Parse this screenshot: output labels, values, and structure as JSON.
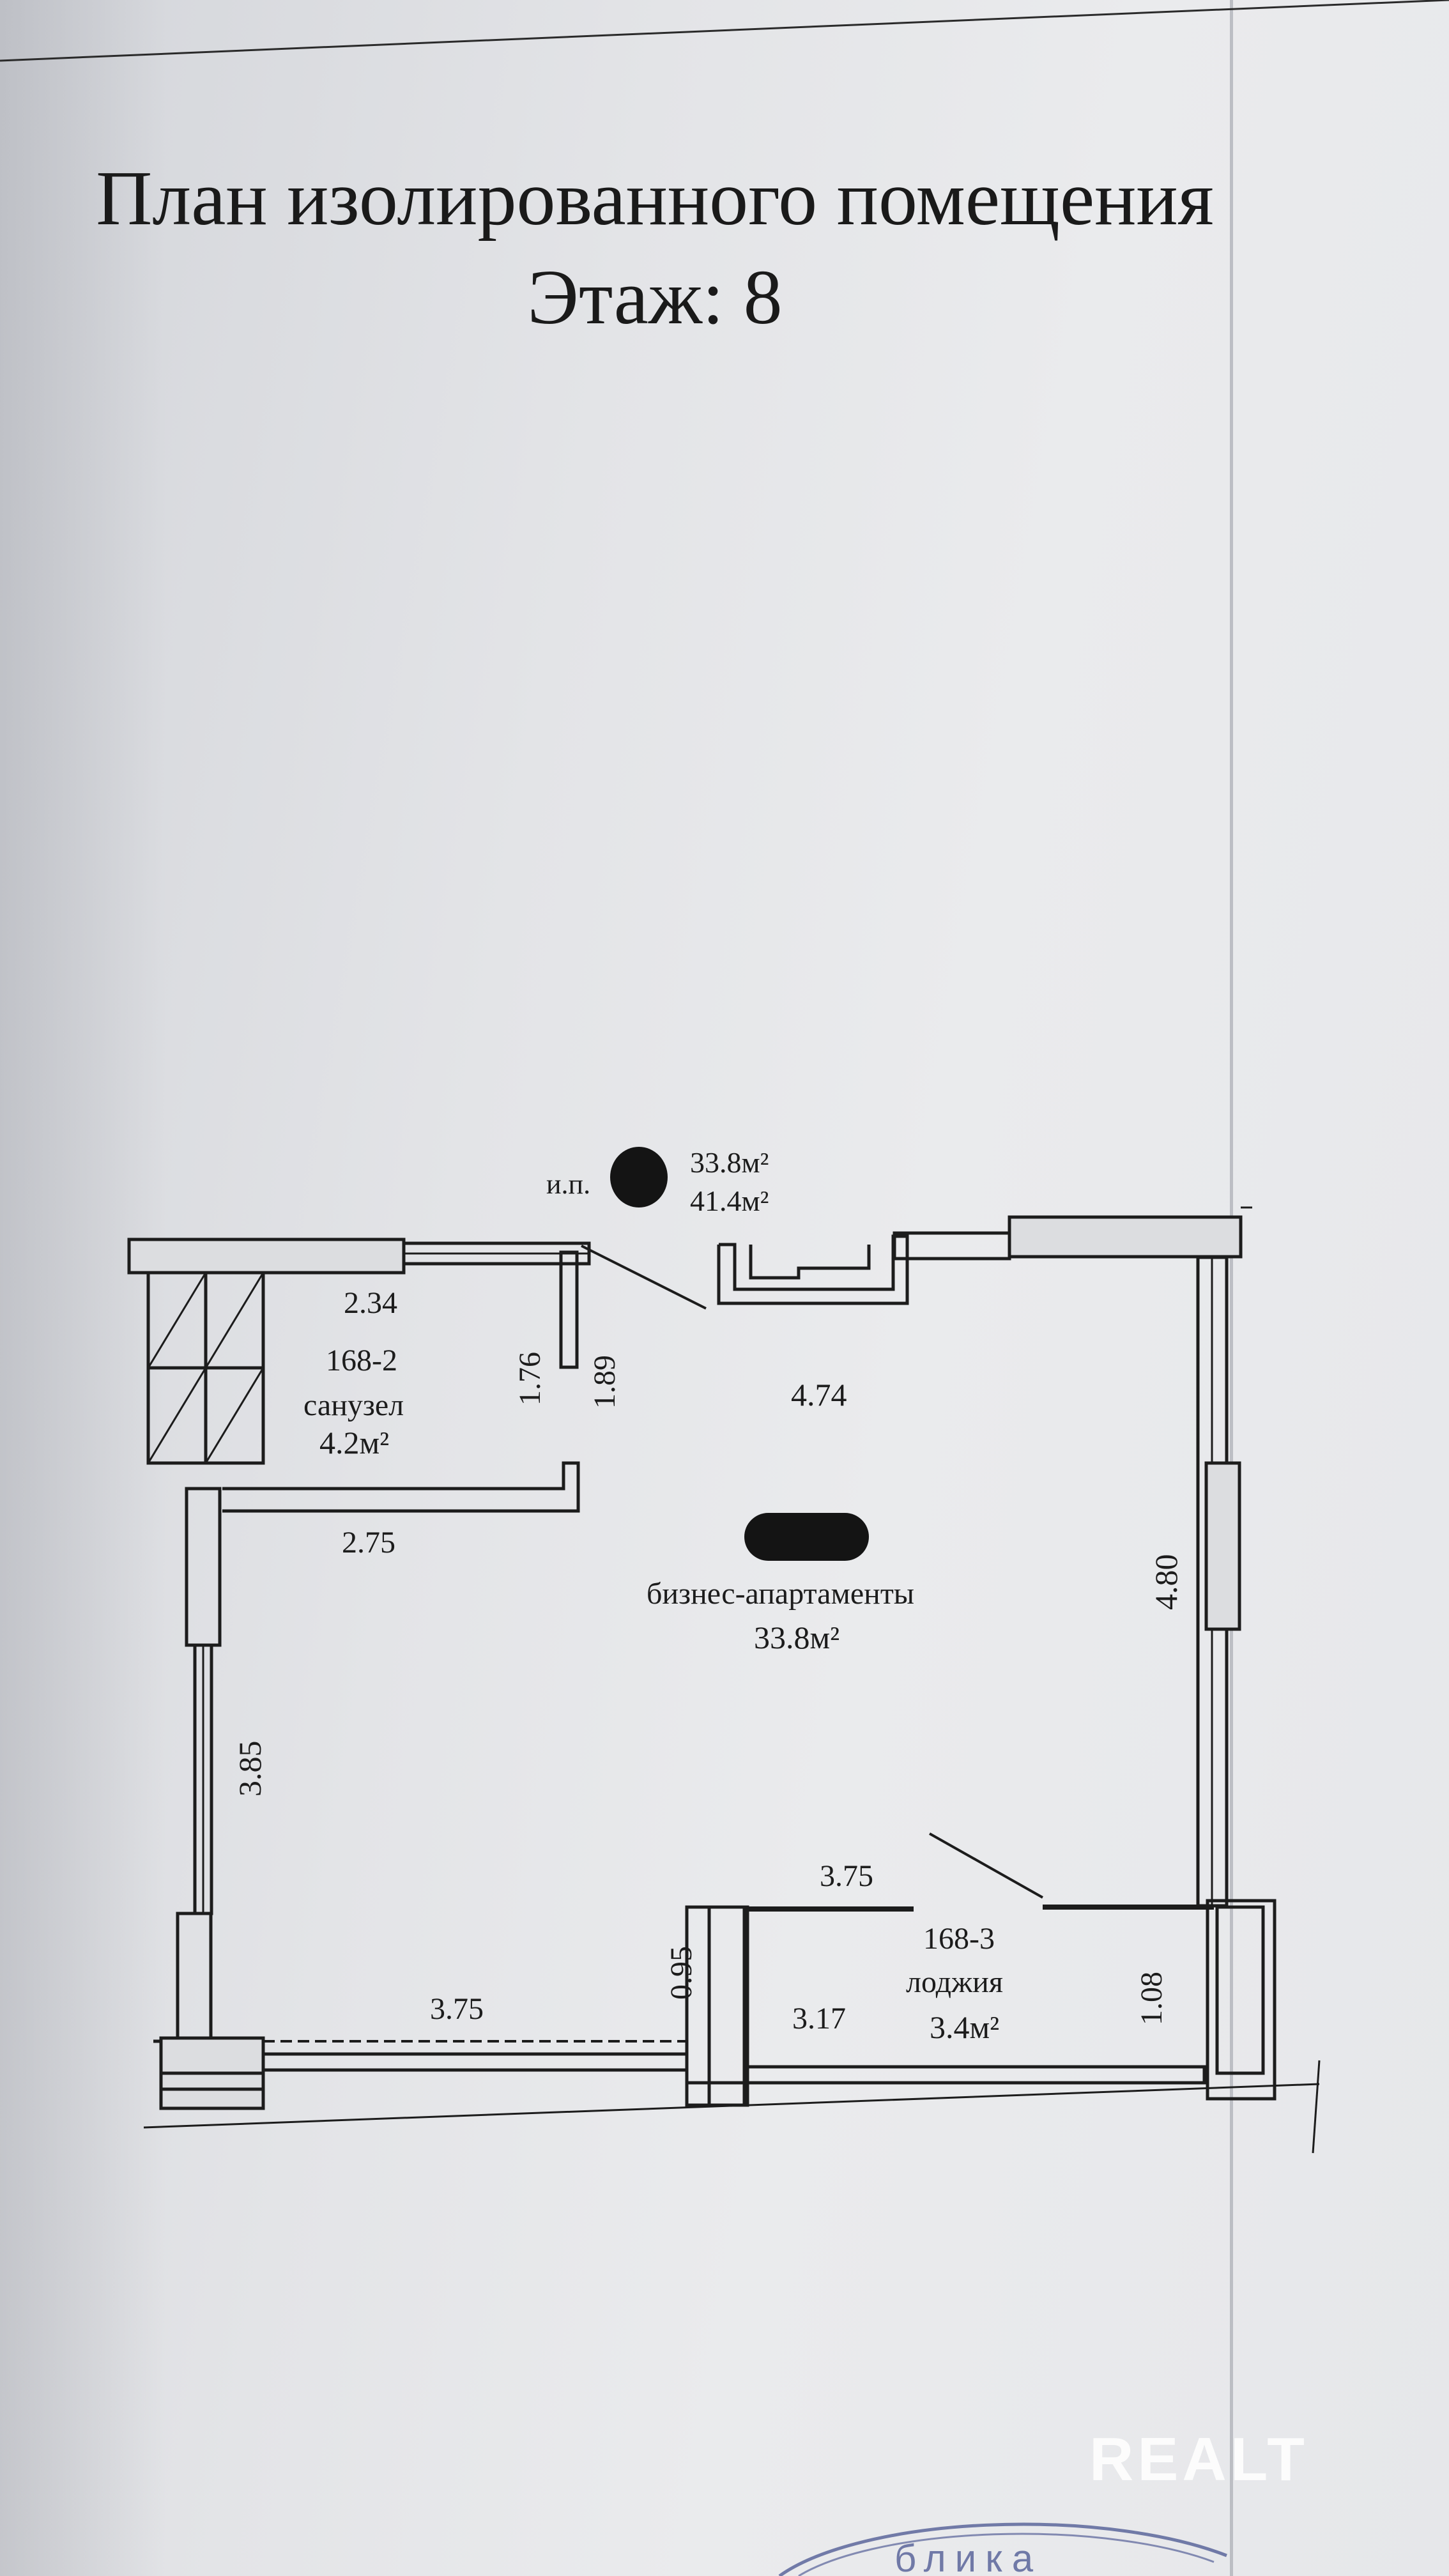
{
  "title": "План изолированного помещения",
  "floor_label": "Этаж: 8",
  "header_area": {
    "prefix": "и.п.",
    "line1": "33.8м²",
    "line2": "41.4м²"
  },
  "rooms": [
    {
      "number": "168-2",
      "name": "санузел",
      "area": "4.2м²"
    },
    {
      "number": "",
      "name": "бизнес-апартаменты",
      "area": "33.8м²"
    },
    {
      "number": "168-3",
      "name": "лоджия",
      "area": "3.4м²"
    }
  ],
  "dimensions": {
    "bath_width_top": "2.34",
    "bath_height_inner": "1.76",
    "bath_height_outer": "1.89",
    "bath_width_bottom": "2.75",
    "main_width_top": "4.74",
    "main_height_right": "4.80",
    "main_height_left": "3.85",
    "main_bottom_inner": "3.75",
    "balcony_left_width": "3.75",
    "pillar_height": "0.95",
    "balcony_width": "3.17",
    "balcony_depth": "1.08"
  },
  "stamp_text": "блика",
  "watermark": "REALT",
  "colors": {
    "ink": "#1c1c1c",
    "paper": "#e6e7ea"
  }
}
